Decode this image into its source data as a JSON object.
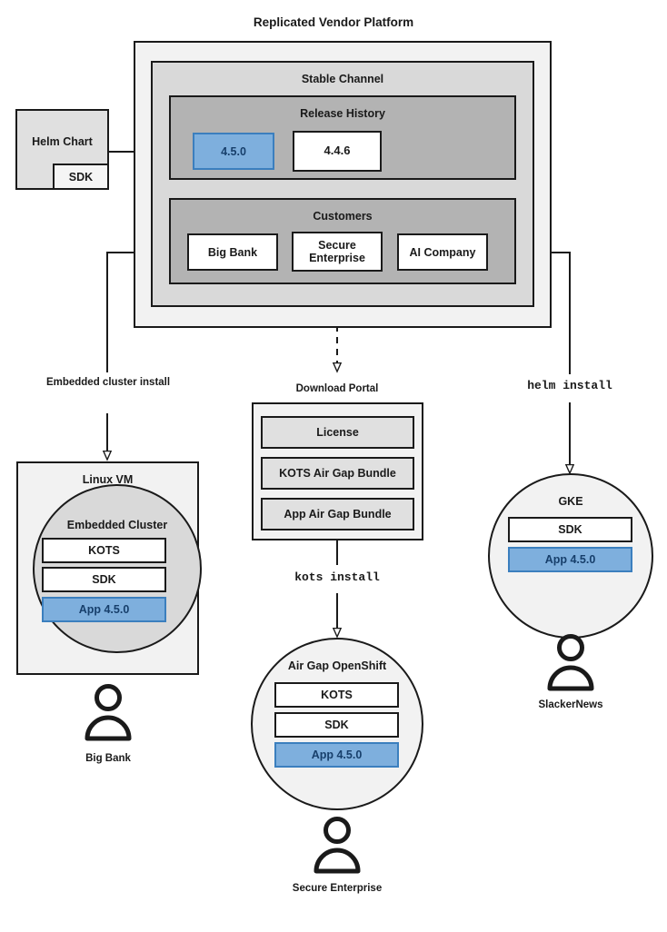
{
  "diagram": {
    "title": "Replicated Vendor Platform",
    "platform": {
      "stable_channel": {
        "title": "Stable Channel",
        "release_history": {
          "title": "Release History",
          "releases": [
            {
              "version": "4.5.0",
              "highlighted": true
            },
            {
              "version": "4.4.6",
              "highlighted": false
            }
          ]
        },
        "customers": {
          "title": "Customers",
          "items": [
            {
              "name": "Big Bank"
            },
            {
              "name": "Secure Enterprise"
            },
            {
              "name": "AI Company"
            }
          ]
        }
      }
    },
    "source": {
      "name": "Helm Chart",
      "component": "SDK"
    },
    "flow_labels": {
      "embedded_cluster_install": "Embedded cluster install",
      "helm_install": "helm install",
      "kots_install": "kots install"
    },
    "download_portal": {
      "title": "Download Portal",
      "artifacts": [
        {
          "name": "License"
        },
        {
          "name": "KOTS Air Gap Bundle"
        },
        {
          "name": "App Air Gap Bundle"
        }
      ]
    },
    "targets": [
      {
        "id": "linux-vm",
        "title": "Linux VM",
        "inner_title": "Embedded Cluster",
        "components": [
          {
            "name": "KOTS",
            "highlighted": false
          },
          {
            "name": "SDK",
            "highlighted": false
          },
          {
            "name": "App 4.5.0",
            "highlighted": true
          }
        ],
        "user": "Big Bank"
      },
      {
        "id": "air-gap-openshift",
        "title": "Air Gap OpenShift",
        "components": [
          {
            "name": "KOTS",
            "highlighted": false
          },
          {
            "name": "SDK",
            "highlighted": false
          },
          {
            "name": "App 4.5.0",
            "highlighted": true
          }
        ],
        "user": "Secure Enterprise"
      },
      {
        "id": "gke",
        "title": "GKE",
        "components": [
          {
            "name": "SDK",
            "highlighted": false
          },
          {
            "name": "App 4.5.0",
            "highlighted": true
          }
        ],
        "user": "SlackerNews"
      }
    ],
    "colors": {
      "highlight_fill": "#7eafdd",
      "highlight_border": "#3b7fbe",
      "highlight_text": "#173f6b",
      "level0": "#f2f2f2",
      "level1": "#d9d9d9",
      "level2": "#b3b3b3",
      "component_fill": "#e0e0e0",
      "stroke": "#1a1a1a"
    }
  }
}
